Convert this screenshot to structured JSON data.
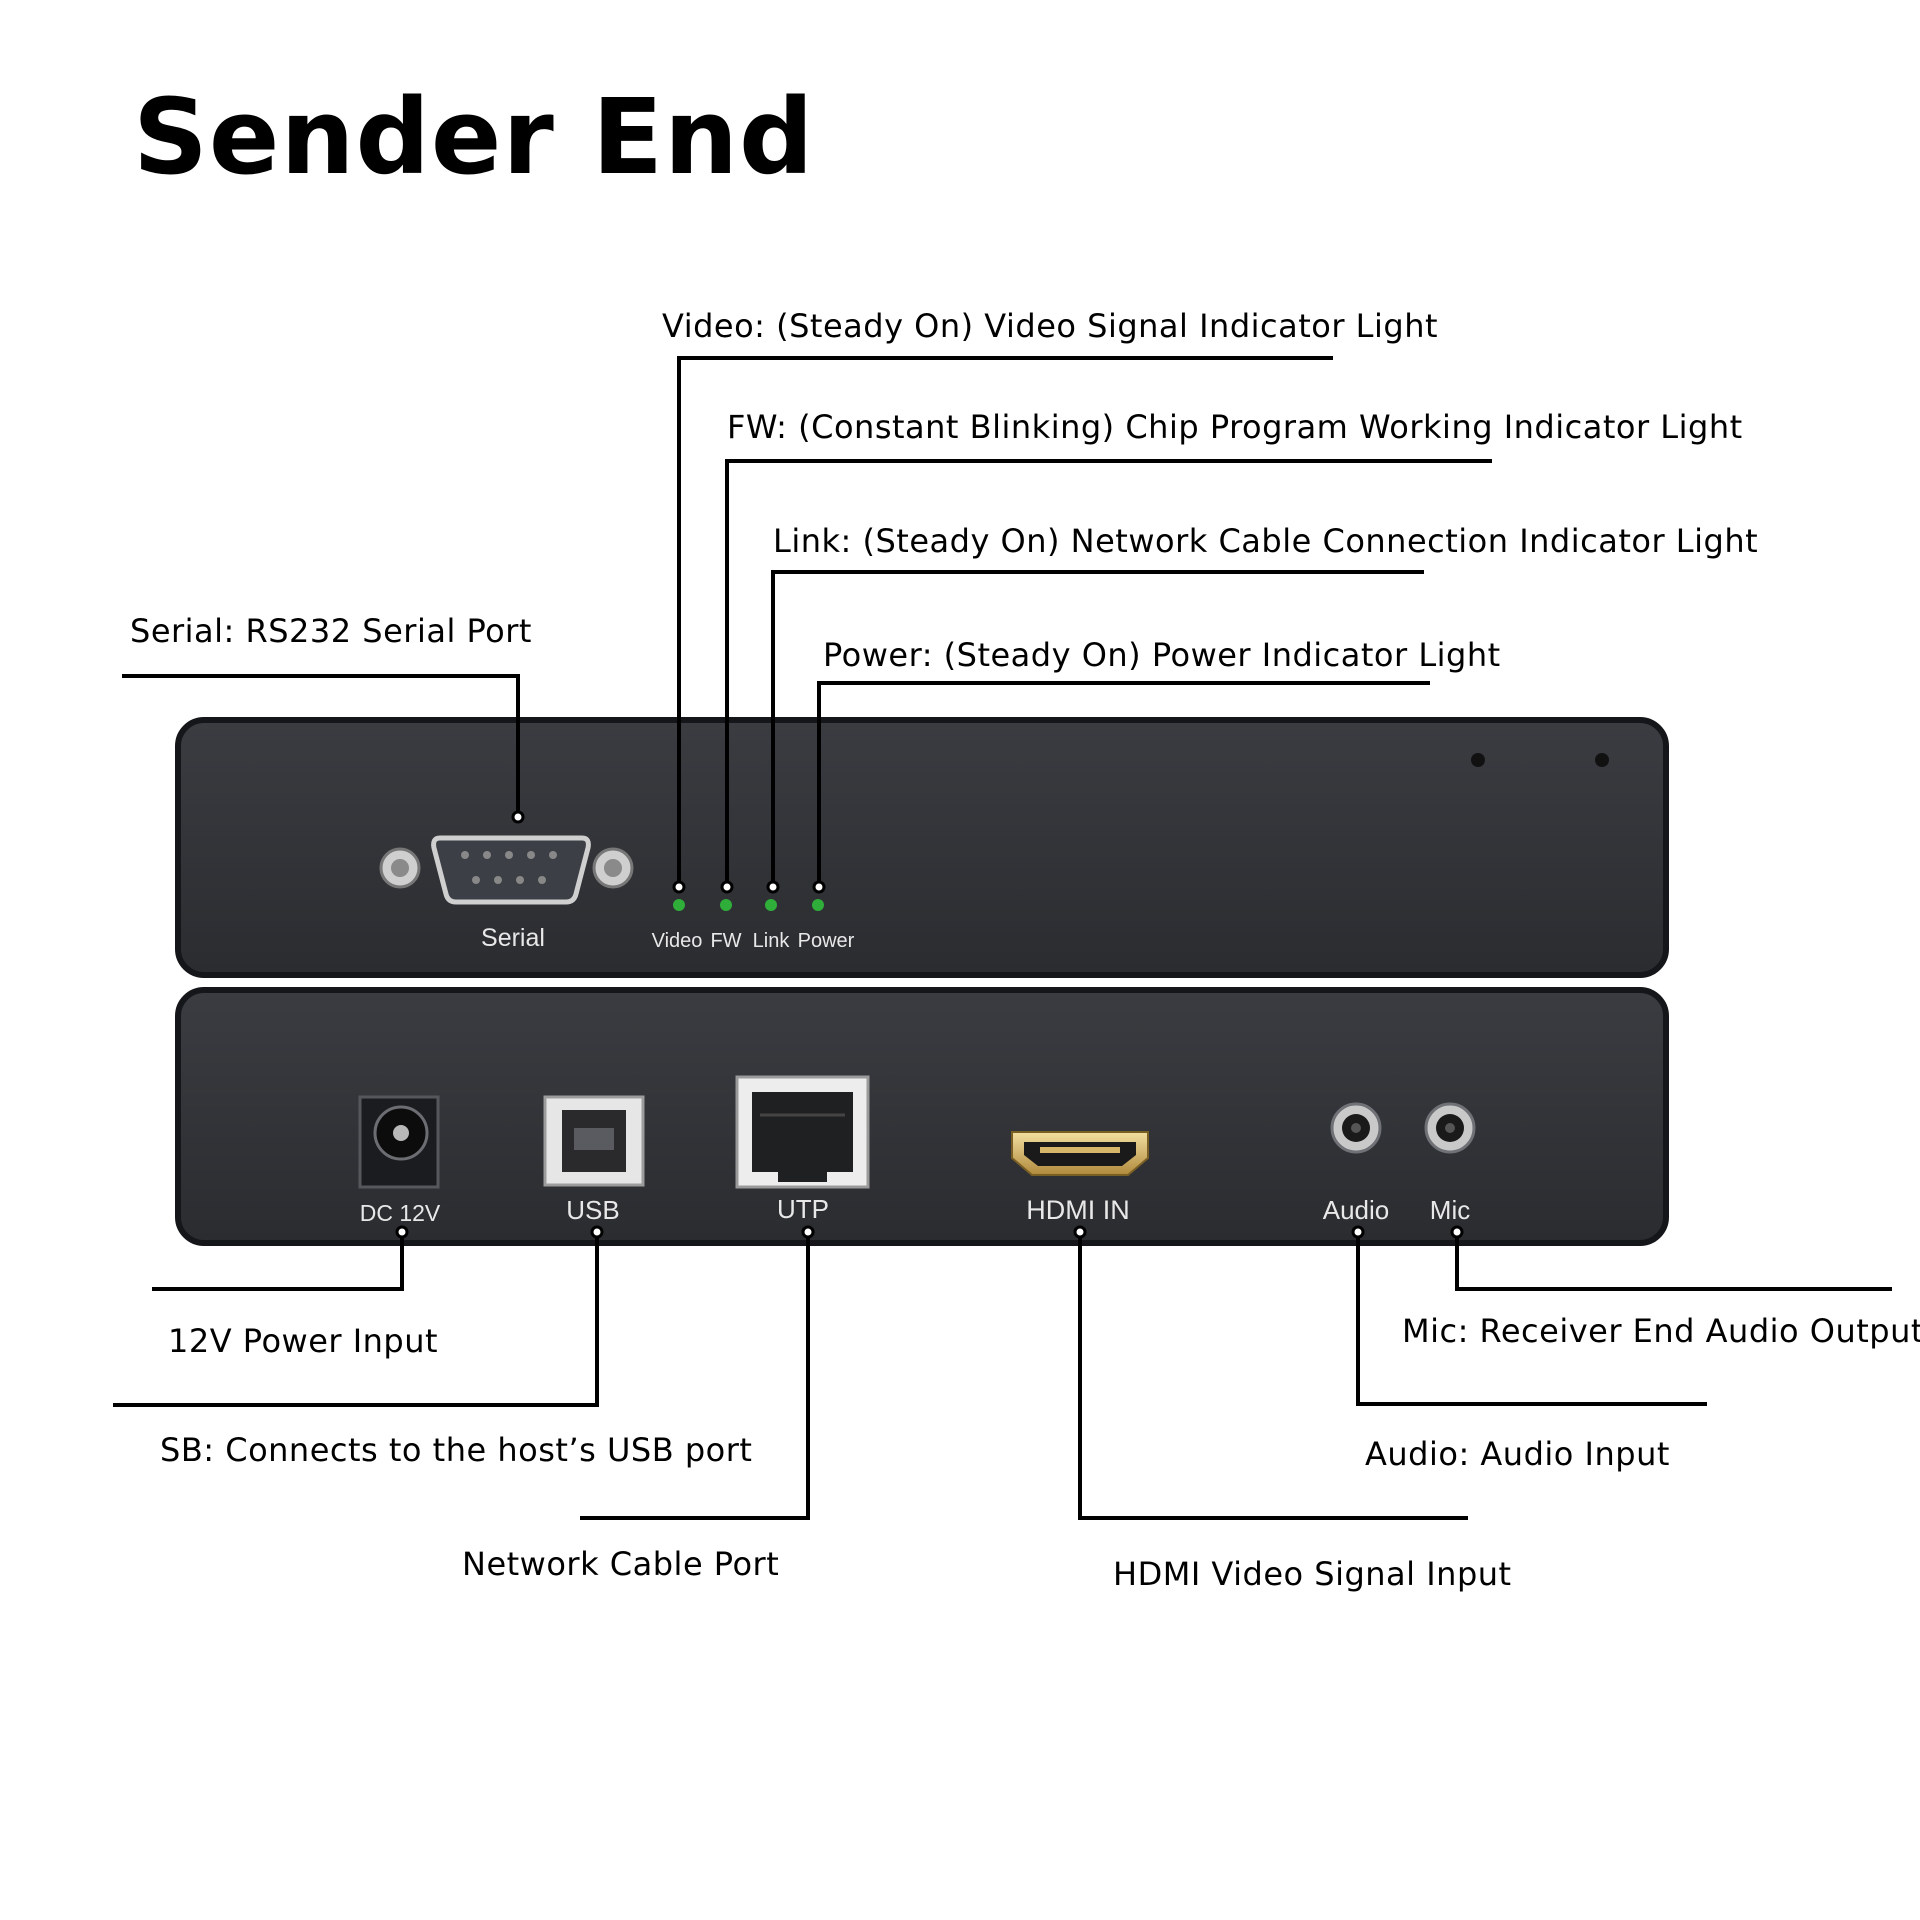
{
  "title": "Sender End",
  "callouts": {
    "video": "Video: (Steady On) Video Signal Indicator Light",
    "fw": "FW: (Constant Blinking) Chip Program Working Indicator Light",
    "link": "Link: (Steady On) Network Cable Connection Indicator Light",
    "power": "Power: (Steady On) Power Indicator Light",
    "serial": "Serial: RS232 Serial Port",
    "dc": "12V Power Input",
    "usb": "SB: Connects to the host’s USB port",
    "utp": "Network Cable Port",
    "hdmi": "HDMI Video Signal Input",
    "audio": "Audio: Audio Input",
    "mic": "Mic: Receiver End Audio Output"
  },
  "device": {
    "front_labels": {
      "serial": "Serial",
      "video": "Video",
      "fw": "FW",
      "link": "Link",
      "power": "Power"
    },
    "rear_labels": {
      "dc": "DC 12V",
      "usb": "USB",
      "utp": "UTP",
      "hdmi": "HDMI IN",
      "audio": "Audio",
      "mic": "Mic"
    }
  },
  "colors": {
    "panel": "#2f3136",
    "panel_border": "#15161a",
    "led": "#2fae3a",
    "line": "#000000"
  }
}
